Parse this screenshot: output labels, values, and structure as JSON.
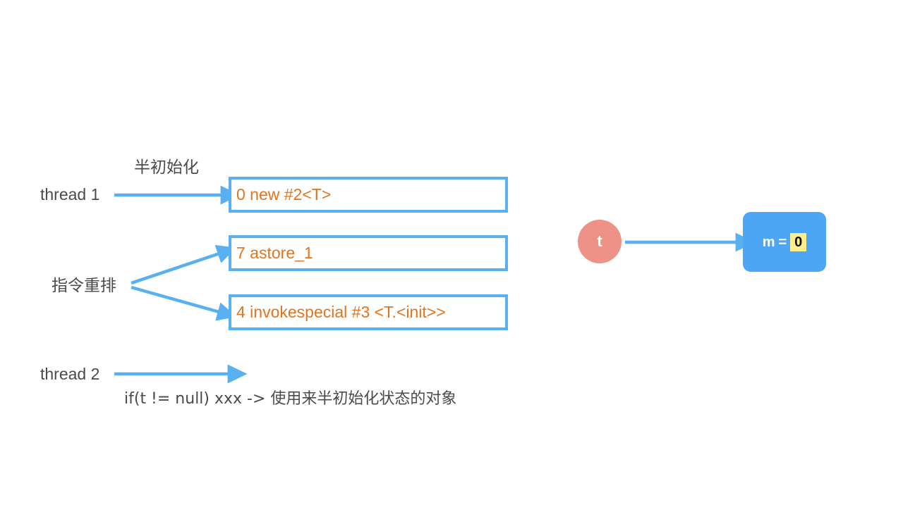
{
  "diagram": {
    "title": "half-initialized object publication under instruction reordering",
    "colors": {
      "arrow_blue": "#59b0f0",
      "box_border_blue": "#59b0f0",
      "instruction_orange": "#e0741f",
      "text_gray": "#4a4a4a",
      "object_box_blue": "#4da6f5",
      "reference_circle_salmon": "#ee9186",
      "highlight_yellow": "#fbee8c"
    }
  },
  "threads": {
    "thread1_label": "thread 1",
    "thread2_label": "thread 2"
  },
  "annotations": {
    "half_init_label": "半初始化",
    "reorder_label": "指令重排",
    "caption": "if(t != null)  xxx ->  使用来半初始化状态的对象"
  },
  "instructions": [
    {
      "text": "0 new #2<T>"
    },
    {
      "text": "7 astore_1"
    },
    {
      "text": "4 invokespecial #3 <T.<init>>"
    }
  ],
  "object_graph": {
    "reference_name": "t",
    "field_name": "m",
    "field_operator": "=",
    "field_value": "0"
  }
}
